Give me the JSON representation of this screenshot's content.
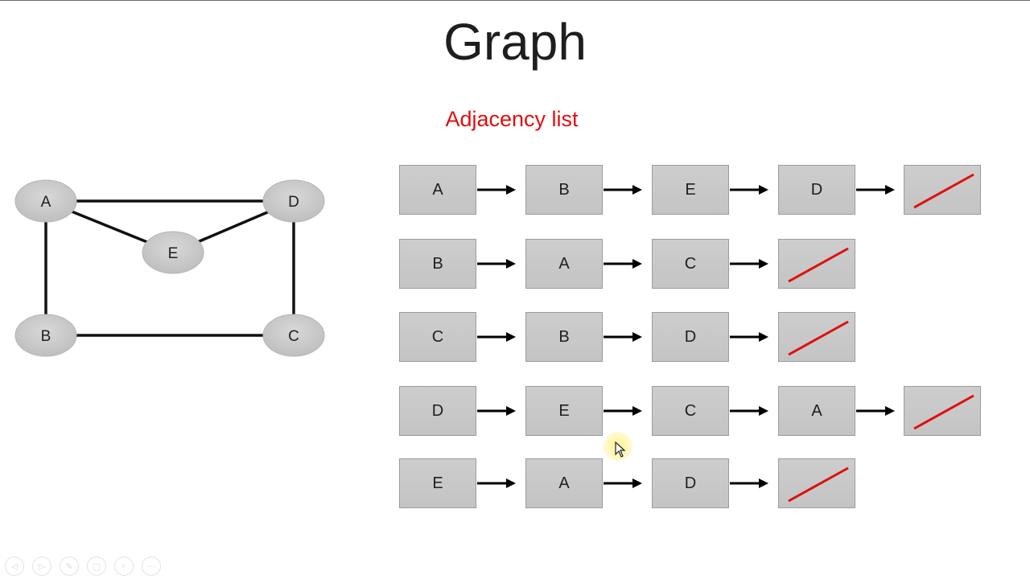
{
  "slide": {
    "title": "Graph",
    "subtitle": "Adjacency list"
  },
  "graph": {
    "nodes": [
      "A",
      "D",
      "E",
      "B",
      "C"
    ],
    "edges": [
      [
        "A",
        "D"
      ],
      [
        "A",
        "E"
      ],
      [
        "E",
        "D"
      ],
      [
        "A",
        "B"
      ],
      [
        "D",
        "C"
      ],
      [
        "B",
        "C"
      ]
    ]
  },
  "adjacency_list": [
    {
      "head": "A",
      "neighbors": [
        "B",
        "E",
        "D"
      ]
    },
    {
      "head": "B",
      "neighbors": [
        "A",
        "C"
      ]
    },
    {
      "head": "C",
      "neighbors": [
        "B",
        "D"
      ]
    },
    {
      "head": "D",
      "neighbors": [
        "E",
        "C",
        "A"
      ]
    },
    {
      "head": "E",
      "neighbors": [
        "A",
        "D"
      ]
    }
  ],
  "colors": {
    "accent": "#e00f0f",
    "cell": "#c8c8c8",
    "edge": "#111111"
  },
  "toolbar": {
    "buttons": [
      {
        "icon": "previous-icon",
        "glyph": "◁"
      },
      {
        "icon": "next-icon",
        "glyph": "▷"
      },
      {
        "icon": "pen-icon",
        "glyph": "✎"
      },
      {
        "icon": "slides-icon",
        "glyph": "▢"
      },
      {
        "icon": "zoom-icon",
        "glyph": "⌕"
      },
      {
        "icon": "more-icon",
        "glyph": "···"
      }
    ]
  }
}
